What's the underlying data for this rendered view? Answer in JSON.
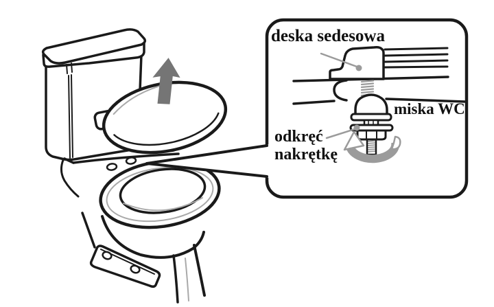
{
  "colors": {
    "background": "#ffffff",
    "line": "#1a1a1a",
    "soft_gray": "#a9a9a9",
    "mid_gray": "#9b9b9b",
    "arrow_gray": "#757575"
  },
  "callout": {
    "seat_label": "deska sedesowa",
    "bowl_label": "miska WC",
    "nut_label_line1": "odkręć",
    "nut_label_line2": "nakrętkę"
  },
  "icons": {
    "lift_arrow": "up-arrow",
    "rotation_arrow": "unscrew-rotation-arrow",
    "pointer_dots": "gray-pointer-dot"
  }
}
